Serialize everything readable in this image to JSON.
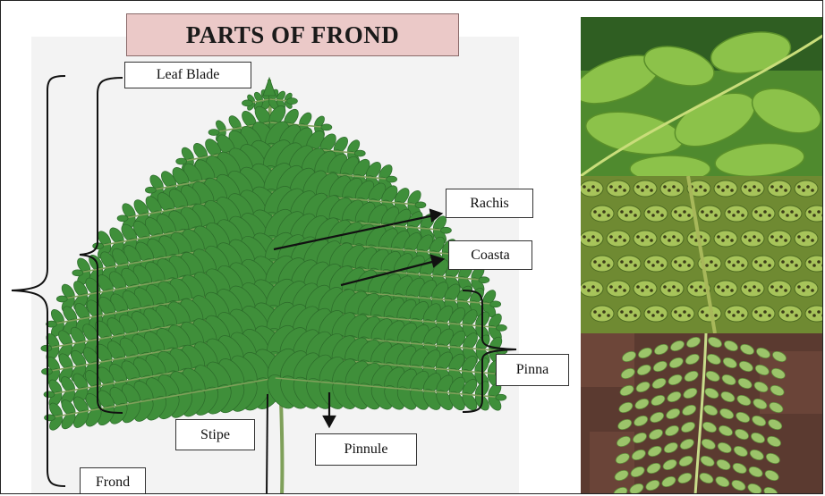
{
  "title": "PARTS OF FROND",
  "labels": {
    "leaf_blade": "Leaf Blade",
    "rachis": "Rachis",
    "coasta": "Coasta",
    "pinna": "Pinna",
    "stipe": "Stipe",
    "pinnule": "Pinnule",
    "frond": "Frond"
  },
  "colors": {
    "title_bg": "#ebc9c8",
    "fern_green": "#3f8f3a",
    "fern_dark": "#2c6b2a",
    "stem": "#7fa05a"
  }
}
